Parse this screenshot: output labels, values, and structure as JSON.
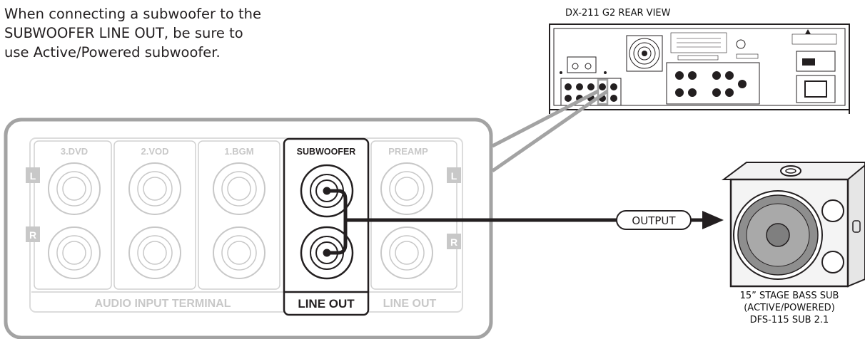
{
  "intro_lines": [
    "When connecting a subwoofer to the",
    "SUBWOOFER LINE OUT, be sure to",
    "use Active/Powered subwoofer."
  ],
  "rear_view_title": "DX-211 G2 REAR VIEW",
  "panel": {
    "columns": [
      "3.DVD",
      "2.VOD",
      "1.BGM",
      "SUBWOOFER",
      "PREAMP"
    ],
    "channel_left": "L",
    "channel_right": "R",
    "footer_input": "AUDIO INPUT TERMINAL",
    "footer_sub": "LINE OUT",
    "footer_preamp": "LINE OUT"
  },
  "output_label": "OUTPUT",
  "speaker_caption": [
    "15” STAGE BASS SUB",
    "(ACTIVE/POWERED)",
    "DFS-115 SUB 2.1"
  ],
  "colors": {
    "ink": "#231f20",
    "faded": "#c8c8c8",
    "panel_outline": "#a3a3a3",
    "speaker_cabinet": "#f2f2f2",
    "woofer_cone": "#9a9a9a"
  }
}
